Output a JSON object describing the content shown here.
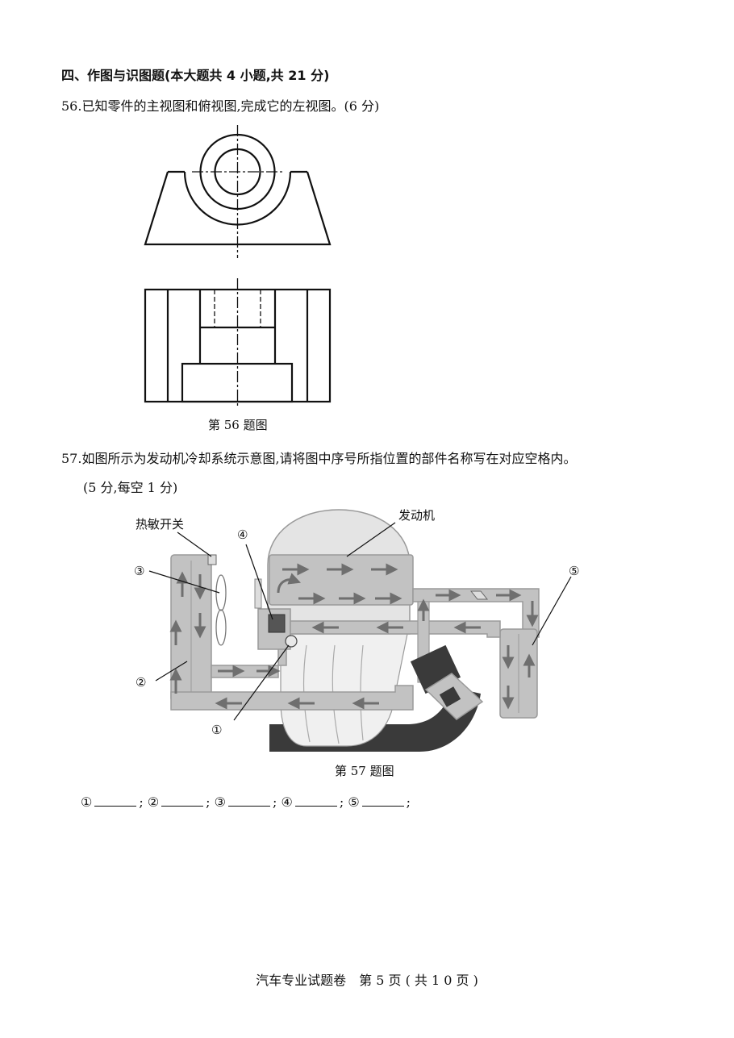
{
  "section_title": "四、作图与识图题(本大题共 4 小题,共 21 分)",
  "q56": {
    "text": "56.已知零件的主视图和俯视图,完成它的左视图。(6 分)",
    "caption": "第 56 题图"
  },
  "q57": {
    "text": "57.如图所示为发动机冷却系统示意图,请将图中序号所指位置的部件名称写在对应空格内。",
    "score": "(5 分,每空 1 分)",
    "caption": "第 57 题图",
    "labels": {
      "thermo_switch": "热敏开关",
      "engine": "发动机",
      "n1": "①",
      "n2": "②",
      "n3": "③",
      "n4": "④",
      "n5": "⑤"
    },
    "answer_items": [
      {
        "num": "①",
        "sep": ";"
      },
      {
        "num": "②",
        "sep": ";"
      },
      {
        "num": "③",
        "sep": ";"
      },
      {
        "num": "④",
        "sep": ";"
      },
      {
        "num": "⑤",
        "sep": ";"
      }
    ]
  },
  "footer": "汽车专业试题卷　第 5 页 ( 共 1 0 页 )",
  "colors": {
    "pipe": "#c2c2c2",
    "pipe_edge": "#9a9a9a",
    "arrow": "#6f6f6f",
    "dark": "#3a3a3a"
  }
}
